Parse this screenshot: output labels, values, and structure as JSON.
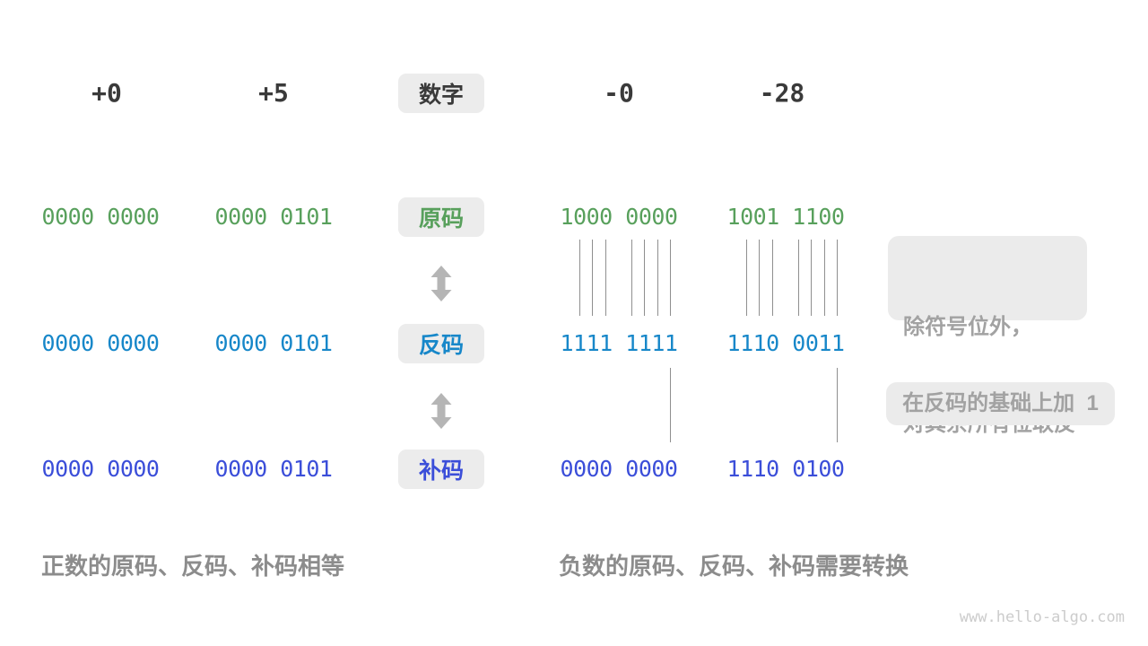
{
  "header": {
    "labels": [
      "+0",
      "+5",
      "-0",
      "-28"
    ],
    "center_label": "数字"
  },
  "rows": [
    {
      "label": "原码",
      "color": "#58a05c",
      "values": [
        "0000 0000",
        "0000 0101",
        "1000 0000",
        "1001 1100"
      ]
    },
    {
      "label": "反码",
      "color": "#1787c9",
      "values": [
        "0000 0000",
        "0000 0101",
        "1111 1111",
        "1110 0011"
      ]
    },
    {
      "label": "补码",
      "color": "#3b4ed9",
      "values": [
        "0000 0000",
        "0000 0101",
        "0000 0000",
        "1110 0100"
      ]
    }
  ],
  "annotations": {
    "flip_line1": "除符号位外，",
    "flip_line2": "对其余所有位取反",
    "add_one": "在反码的基础上加  1"
  },
  "captions": {
    "positive": "正数的原码、反码、补码相等",
    "negative": "负数的原码、反码、补码需要转换"
  },
  "watermark": "www.hello-algo.com",
  "colors": {
    "sign_magnitude": "#58a05c",
    "ones_complement": "#1787c9",
    "twos_complement": "#3b4ed9",
    "label_box_bg": "#ececec",
    "note_bg": "#ebebeb",
    "note_text": "#a2a2a2",
    "caption_text": "#8c8c8c",
    "arrow": "#b5b5b5",
    "tick_line": "#8f8f8f"
  }
}
